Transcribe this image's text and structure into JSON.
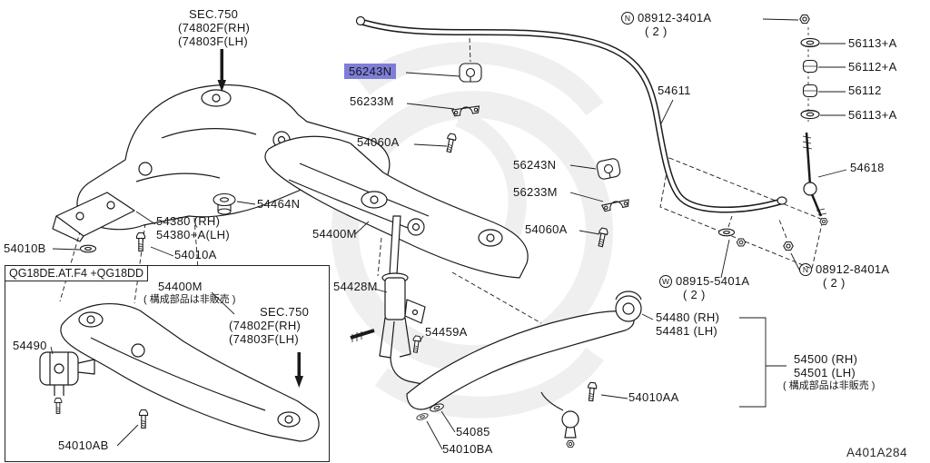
{
  "diagram": {
    "drawing_number": "A401A284",
    "highlight_color": "#7e7ed8",
    "variant_box_title": "QG18DE.AT.F4 +QG18DD"
  },
  "callouts": {
    "sec750_top": [
      "SEC.750",
      "(74802F(RH)",
      "(74803F(LH)"
    ],
    "part_56243n_top": "56243N",
    "part_56233m_top": "56233M",
    "part_54060a_top": "54060A",
    "nut_08912_3401a": {
      "prefix": "N",
      "number": "08912-3401A",
      "qty": "( 2 )"
    },
    "part_56113a_1": "56113+A",
    "part_56112a": "56112+A",
    "part_56112": "56112",
    "part_56113a_2": "56113+A",
    "part_54611": "54611",
    "part_54618": "54618",
    "part_56243n_2": "56243N",
    "part_56233m_2": "56233M",
    "part_54060a_2": "54060A",
    "part_54464n": "54464N",
    "part_54380": [
      "54380  (RH)",
      "54380+A(LH)"
    ],
    "part_54400m": "54400M",
    "part_54010b": "54010B",
    "part_54010a": "54010A",
    "part_54400m_box": [
      "54400M",
      "( 構成部品は非販売 )"
    ],
    "sec750_box": [
      "SEC.750",
      "(74802F(RH)",
      "(74803F(LH)"
    ],
    "part_54490": "54490",
    "part_54010ab": "54010AB",
    "part_54428m": "54428M",
    "part_54459a": "54459A",
    "part_54480": [
      "54480 (RH)",
      "54481 (LH)"
    ],
    "washer_08915_5401a": {
      "prefix": "W",
      "number": "08915-5401A",
      "qty": "( 2 )"
    },
    "nut_08912_8401a": {
      "prefix": "N",
      "number": "08912-8401A",
      "qty": "( 2 )"
    },
    "part_54500": [
      "54500 (RH)",
      "54501 (LH)",
      "( 構成部品は非販売 )"
    ],
    "part_54010aa": "54010AA",
    "part_54085": "54085",
    "part_54010ba": "54010BA"
  }
}
